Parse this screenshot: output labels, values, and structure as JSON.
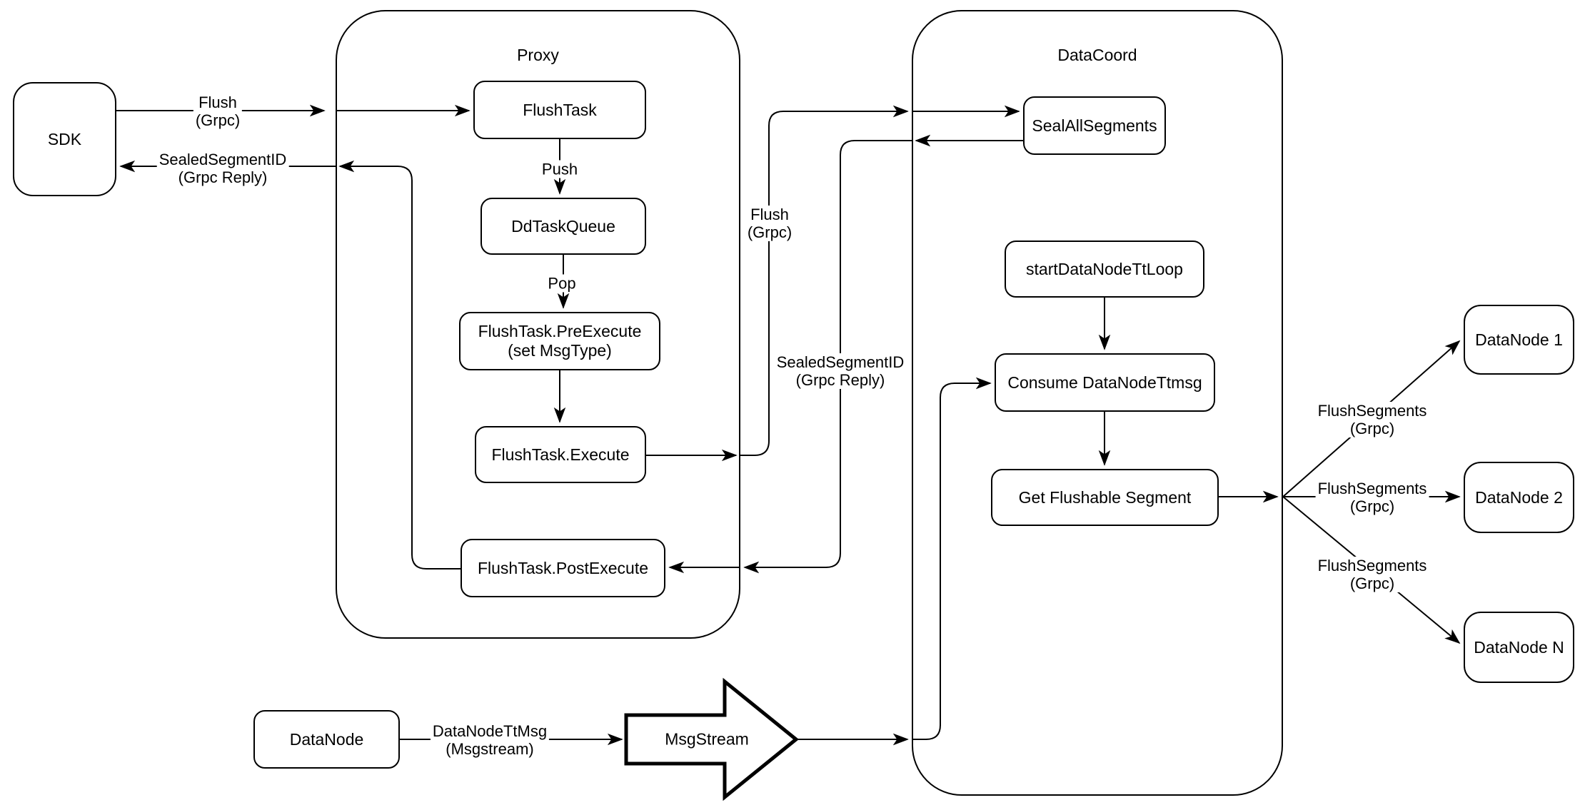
{
  "diagram": {
    "background_color": "#ffffff",
    "line_color": "#000000",
    "box_fill_color": "#ffffff",
    "containers": {
      "proxy": {
        "title": "Proxy"
      },
      "datacoord": {
        "title": "DataCoord"
      }
    },
    "nodes": {
      "sdk": {
        "label": "SDK"
      },
      "flush_task": {
        "label": "FlushTask"
      },
      "dd_task_queue": {
        "label": "DdTaskQueue"
      },
      "pre_execute": {
        "label": "FlushTask.PreExecute",
        "sublabel": "(set MsgType)"
      },
      "execute": {
        "label": "FlushTask.Execute"
      },
      "post_execute": {
        "label": "FlushTask.PostExecute"
      },
      "seal_all_segments": {
        "label": "SealAllSegments"
      },
      "start_datanode_tt_loop": {
        "label": "startDataNodeTtLoop"
      },
      "consume_datanode_ttmsg": {
        "label": "Consume DataNodeTtmsg"
      },
      "get_flushable_segment": {
        "label": "Get Flushable Segment"
      },
      "datanode_1": {
        "label": "DataNode 1"
      },
      "datanode_2": {
        "label": "DataNode 2"
      },
      "datanode_n": {
        "label": "DataNode N"
      },
      "datanode": {
        "label": "DataNode"
      },
      "msgstream": {
        "label": "MsgStream"
      }
    },
    "edge_labels": {
      "flush_sdk": {
        "text": "Flush",
        "sub": "(Grpc)"
      },
      "sealed_sdk": {
        "text": "SealedSegmentID",
        "sub": "(Grpc Reply)"
      },
      "push": {
        "text": "Push"
      },
      "pop": {
        "text": "Pop"
      },
      "flush_mid": {
        "text": "Flush",
        "sub": "(Grpc)"
      },
      "sealed_mid": {
        "text": "SealedSegmentID",
        "sub": "(Grpc Reply)"
      },
      "flush_segments_1": {
        "text": "FlushSegments",
        "sub": "(Grpc)"
      },
      "flush_segments_2": {
        "text": "FlushSegments",
        "sub": "(Grpc)"
      },
      "flush_segments_3": {
        "text": "FlushSegments",
        "sub": "(Grpc)"
      },
      "datanode_ttmsg": {
        "text": "DataNodeTtMsg",
        "sub": "(Msgstream)"
      }
    }
  }
}
